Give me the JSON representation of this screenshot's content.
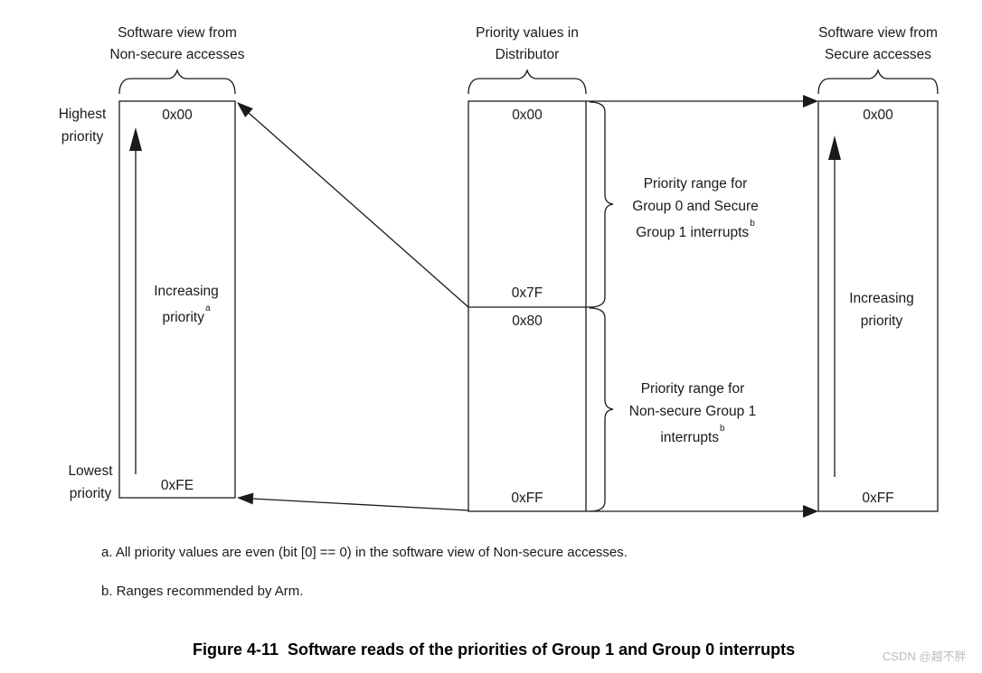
{
  "columns": {
    "left": {
      "header": "Software view from\nNon-secure accesses",
      "top_value": "0x00",
      "bottom_value": "0xFE",
      "axis_label": "Increasing\npriority",
      "axis_footnote_ref": "a"
    },
    "middle": {
      "header": "Priority values in\nDistributor",
      "top_value": "0x00",
      "split_upper_value": "0x7F",
      "split_lower_value": "0x80",
      "bottom_value": "0xFF"
    },
    "right": {
      "header": "Software view from\nSecure accesses",
      "top_value": "0x00",
      "bottom_value": "0xFF",
      "axis_label": "Increasing\npriority"
    }
  },
  "scale_labels": {
    "highest": "Highest\npriority",
    "lowest": "Lowest\npriority"
  },
  "ranges": {
    "secure": {
      "label": "Priority range for\nGroup 0 and Secure\nGroup 1 interrupts",
      "footnote_ref": "b"
    },
    "non_secure": {
      "label": "Priority range for\nNon-secure Group 1\ninterrupts",
      "footnote_ref": "b"
    }
  },
  "footnotes": {
    "a": "a. All priority values are even (bit [0] == 0) in the software view of Non-secure accesses.",
    "b": "b. Ranges recommended by Arm."
  },
  "caption": "Figure 4-11  Software reads of the priorities of Group 1 and Group 0 interrupts",
  "watermark": "CSDN @越不胖",
  "colors": {
    "line": "#1a1a1a",
    "text": "#1a1a1a",
    "watermark": "#b9bdc1"
  }
}
